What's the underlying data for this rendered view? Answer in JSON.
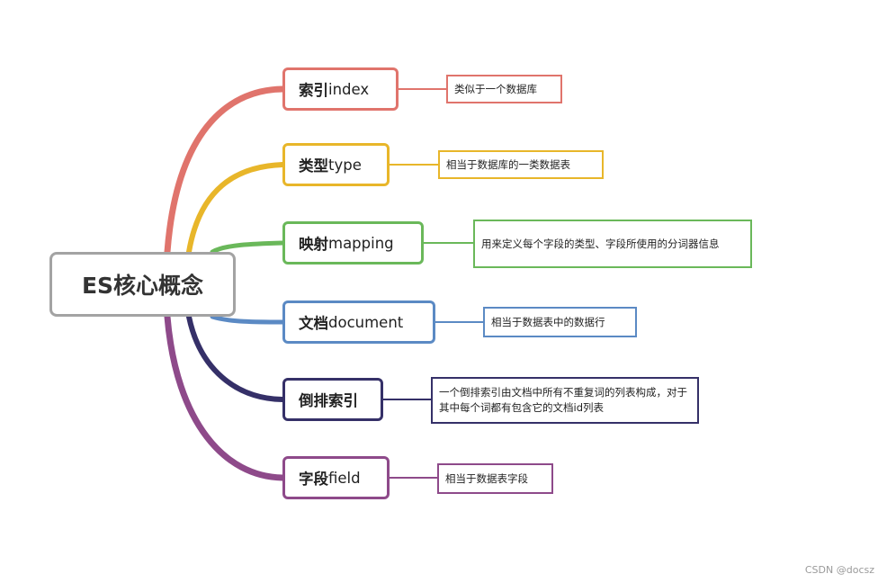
{
  "root": {
    "label": "ES核心概念"
  },
  "branches": [
    {
      "bold": "索引",
      "term": " index",
      "note": "类似于一个数据库",
      "color": "#e0746c"
    },
    {
      "bold": "类型",
      "term": " type",
      "note": "相当于数据库的一类数据表",
      "color": "#e8b62a"
    },
    {
      "bold": "映射",
      "term": " mapping",
      "note": "用来定义每个字段的类型、字段所使用的分词器信息",
      "color": "#6ab85a"
    },
    {
      "bold": "文档",
      "term": " document",
      "note": "相当于数据表中的数据行",
      "color": "#5b8ac4"
    },
    {
      "bold": "倒排索引",
      "term": "",
      "note": "一个倒排索引由文档中所有不重复词的列表构成，对于其中每个词都有包含它的文档id列表",
      "color": "#353068"
    },
    {
      "bold": "字段",
      "term": " field",
      "note": "相当于数据表字段",
      "color": "#8e4a8a"
    }
  ],
  "root_border_color": "#a3a3a3",
  "watermark": "CSDN @docsz"
}
